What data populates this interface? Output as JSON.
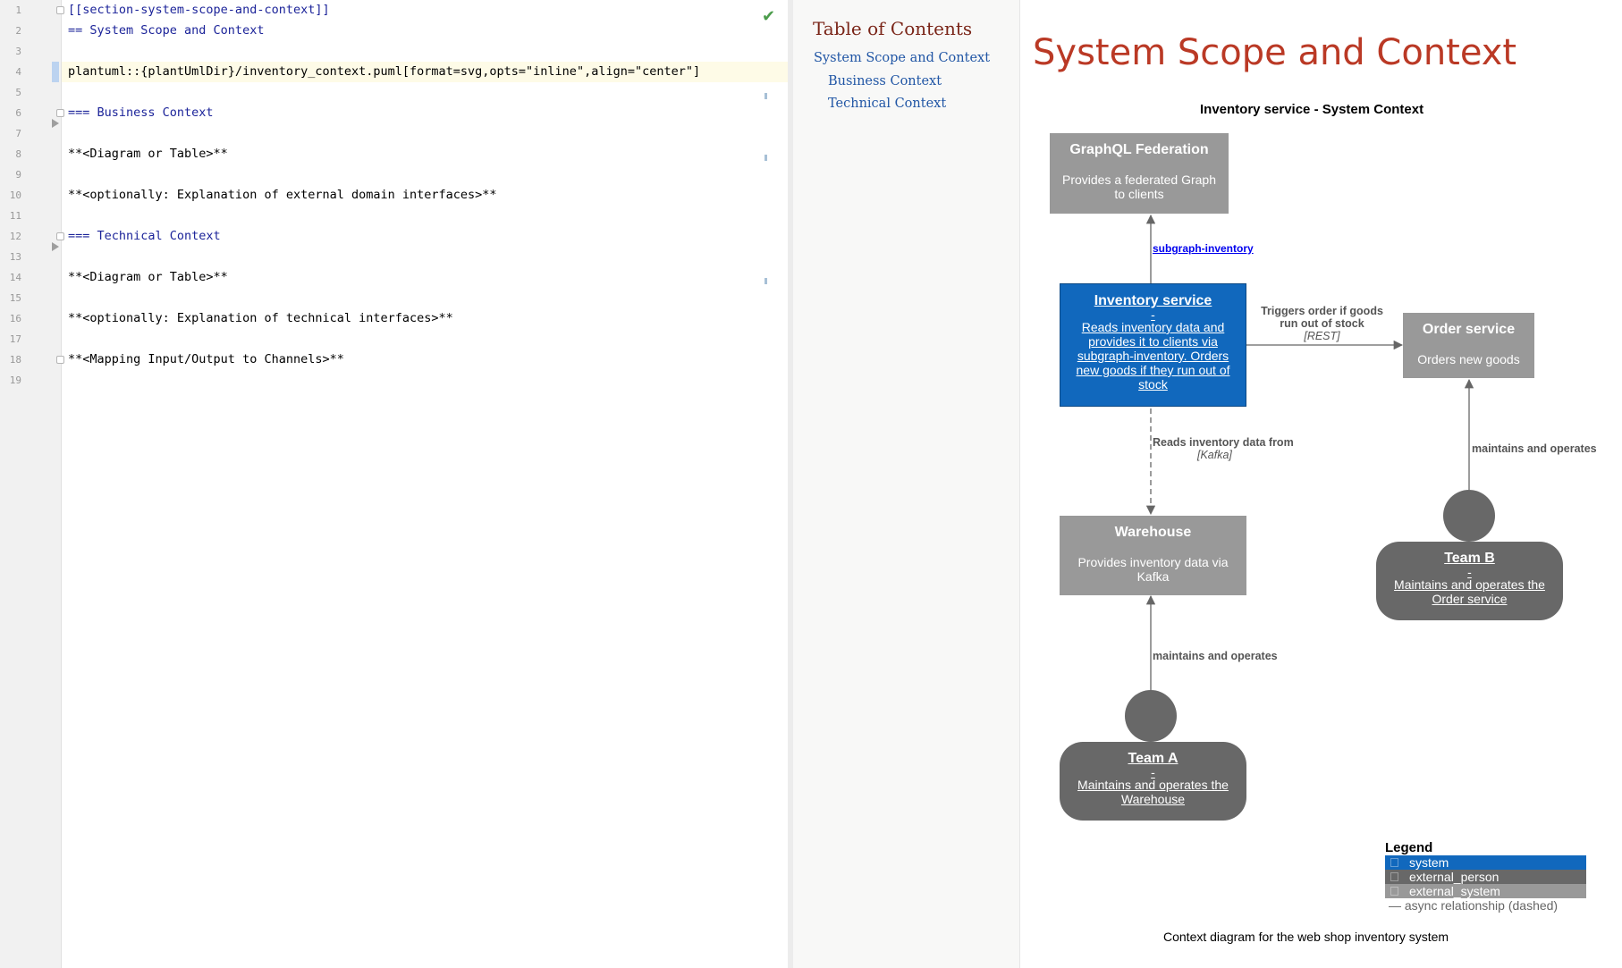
{
  "editor": {
    "lines": [
      {
        "no": "1",
        "text": "[[section-system-scope-and-context]]"
      },
      {
        "no": "2",
        "text": "== System Scope and Context"
      },
      {
        "no": "3",
        "text": ""
      },
      {
        "no": "4",
        "text": "plantuml::{plantUmlDir}/inventory_context.puml[format=svg,opts=\"inline\",align=\"center\"]"
      },
      {
        "no": "5",
        "text": ""
      },
      {
        "no": "6",
        "text": "=== Business Context"
      },
      {
        "no": "7",
        "text": ""
      },
      {
        "no": "8",
        "text": "**<Diagram or Table>**"
      },
      {
        "no": "9",
        "text": ""
      },
      {
        "no": "10",
        "text": "**<optionally: Explanation of external domain interfaces>**"
      },
      {
        "no": "11",
        "text": ""
      },
      {
        "no": "12",
        "text": "=== Technical Context"
      },
      {
        "no": "13",
        "text": ""
      },
      {
        "no": "14",
        "text": "**<Diagram or Table>**"
      },
      {
        "no": "15",
        "text": ""
      },
      {
        "no": "16",
        "text": "**<optionally: Explanation of technical interfaces>**"
      },
      {
        "no": "17",
        "text": ""
      },
      {
        "no": "18",
        "text": "**<Mapping Input/Output to Channels>**"
      },
      {
        "no": "19",
        "text": ""
      }
    ],
    "status_icon": "✔"
  },
  "toc": {
    "title": "Table of Contents",
    "items": [
      {
        "label": "System Scope and Context"
      },
      {
        "label": "Business Context"
      },
      {
        "label": "Technical Context"
      }
    ]
  },
  "preview": {
    "title": "System Scope and Context",
    "diagram": {
      "title": "Inventory service - System Context",
      "graphql": {
        "title": "GraphQL Federation",
        "desc": "Provides a federated Graph to clients"
      },
      "inventory": {
        "title": "Inventory service",
        "sep": "-",
        "desc": "Reads inventory data and provides it to clients via subgraph-inventory. Orders new goods if they run out of stock"
      },
      "order": {
        "title": "Order service",
        "desc": "Orders new goods"
      },
      "warehouse": {
        "title": "Warehouse",
        "desc": "Provides inventory data via Kafka"
      },
      "team_a": {
        "title": "Team A",
        "sep": "-",
        "desc": "Maintains and operates the Warehouse"
      },
      "team_b": {
        "title": "Team B",
        "sep": "-",
        "desc": "Maintains and operates the Order service"
      },
      "rel_subgraph": "subgraph-inventory",
      "rel_order": {
        "label": "Triggers order if goods run out of stock",
        "tech": "[REST]"
      },
      "rel_kafka": {
        "label": "Reads inventory data from",
        "tech": "[Kafka]"
      },
      "rel_team_b": "maintains and operates",
      "rel_team_a": "maintains and operates",
      "legend": {
        "title": "Legend",
        "system": "system",
        "external_person": "external_person",
        "external_system": "external_system",
        "async": "— async relationship (dashed)"
      },
      "colors": {
        "system": "#1168bd",
        "external_person": "#686868",
        "external_system": "#999999"
      }
    },
    "caption": "Context diagram for the web shop inventory system"
  }
}
